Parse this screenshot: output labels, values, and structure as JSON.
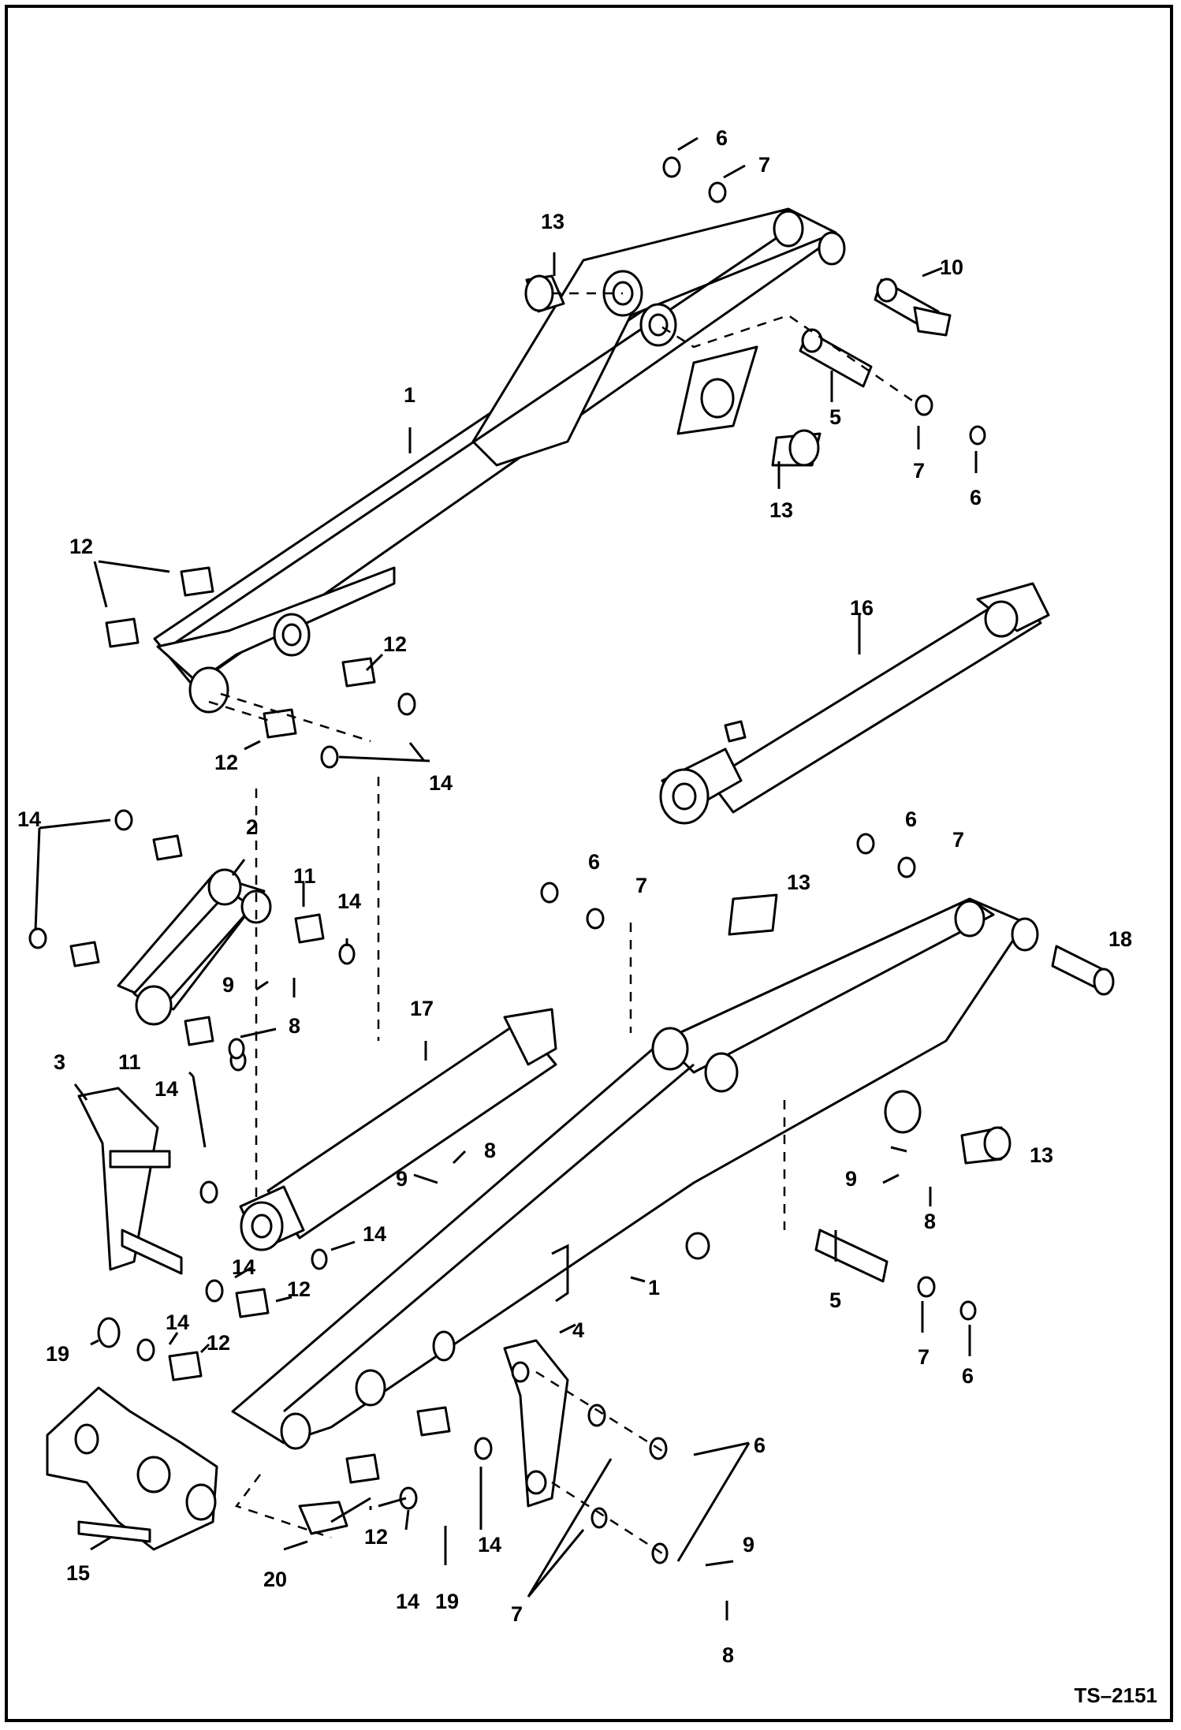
{
  "drawing_number": "TS–2151",
  "callouts": {
    "c01": "6",
    "c02": "7",
    "c03": "13",
    "c04": "10",
    "c05": "1",
    "c06": "5",
    "c07": "7",
    "c08": "6",
    "c09": "13",
    "c10": "12",
    "c11": "12",
    "c12": "12",
    "c13": "14",
    "c14": "16",
    "c15": "14",
    "c16": "2",
    "c17": "11",
    "c18": "14",
    "c19": "9",
    "c20": "8",
    "c21": "11",
    "c22": "6",
    "c23": "7",
    "c24": "13",
    "c25": "6",
    "c26": "7",
    "c27": "18",
    "c28": "17",
    "c29": "3",
    "c30": "14",
    "c31": "8",
    "c32": "9",
    "c33": "14",
    "c34": "13",
    "c35": "9",
    "c36": "8",
    "c37": "14",
    "c38": "12",
    "c39": "1",
    "c40": "5",
    "c41": "7",
    "c42": "6",
    "c43": "19",
    "c44": "14",
    "c45": "12",
    "c46": "4",
    "c47": "6",
    "c48": "12",
    "c49": "14",
    "c50": "14",
    "c51": "19",
    "c52": "20",
    "c53": "15",
    "c54": "9",
    "c55": "7",
    "c56": "8"
  }
}
